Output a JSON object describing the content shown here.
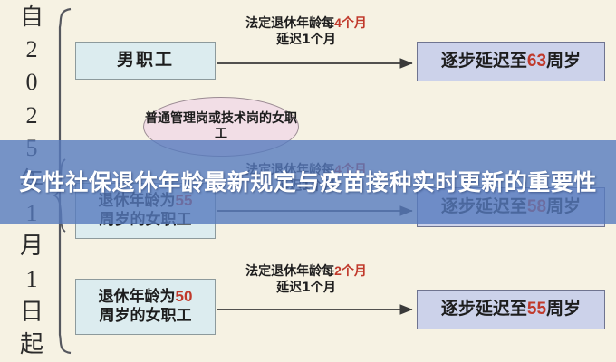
{
  "overlay_banner": {
    "text": "女性社保退休年龄最新规定与疫苗接种实时更新的重要性",
    "background_color": "#567BBE",
    "text_color": "#FFFFFF"
  },
  "background_color": "#F6F2E3",
  "effective_date_column": {
    "characters": [
      "自",
      "2",
      "0",
      "2",
      "5",
      "年",
      "1",
      "月",
      "1",
      "日",
      "起"
    ],
    "full_text": "自2025年1月1日起"
  },
  "nodes": {
    "male_worker": {
      "label": "男职工",
      "fill": "#DCECEF"
    },
    "female_mgmt_ellipse": {
      "label": "普通管理岗或技术岗的女职工",
      "fill": "#F2DEE6"
    },
    "female_55": {
      "prefix": "退休年龄为",
      "number": "55",
      "suffix_line": "周岁的女职工",
      "fill": "#DCECEF",
      "number_color": "#C0392B"
    },
    "female_50": {
      "prefix": "退休年龄为",
      "number": "50",
      "suffix_line": "周岁的女职工",
      "fill": "#DCECEF",
      "number_color": "#C0392B"
    },
    "result_63": {
      "prefix": "逐步延迟至",
      "number": "63",
      "suffix": "周岁",
      "fill": "#CCD2EA",
      "number_color": "#C0392B"
    },
    "result_58": {
      "prefix": "逐步延迟至",
      "number": "58",
      "suffix": "周岁",
      "fill": "#CCD2EA",
      "number_color": "#C0392B"
    },
    "result_55": {
      "prefix": "逐步延迟至",
      "number": "55",
      "suffix": "周岁",
      "fill": "#CCD2EA",
      "number_color": "#C0392B"
    }
  },
  "connector_labels": {
    "top": {
      "line1_prefix": "法定退休年龄每",
      "line1_number": "4个月",
      "line2": "延迟1个月"
    },
    "middle": {
      "line1_prefix": "法定退休年龄每",
      "line1_number": "4个月",
      "line2": "延迟1个月"
    },
    "bottom": {
      "line1_prefix": "法定退休年龄每",
      "line1_number": "2个月",
      "line2": "延迟1个月"
    }
  }
}
